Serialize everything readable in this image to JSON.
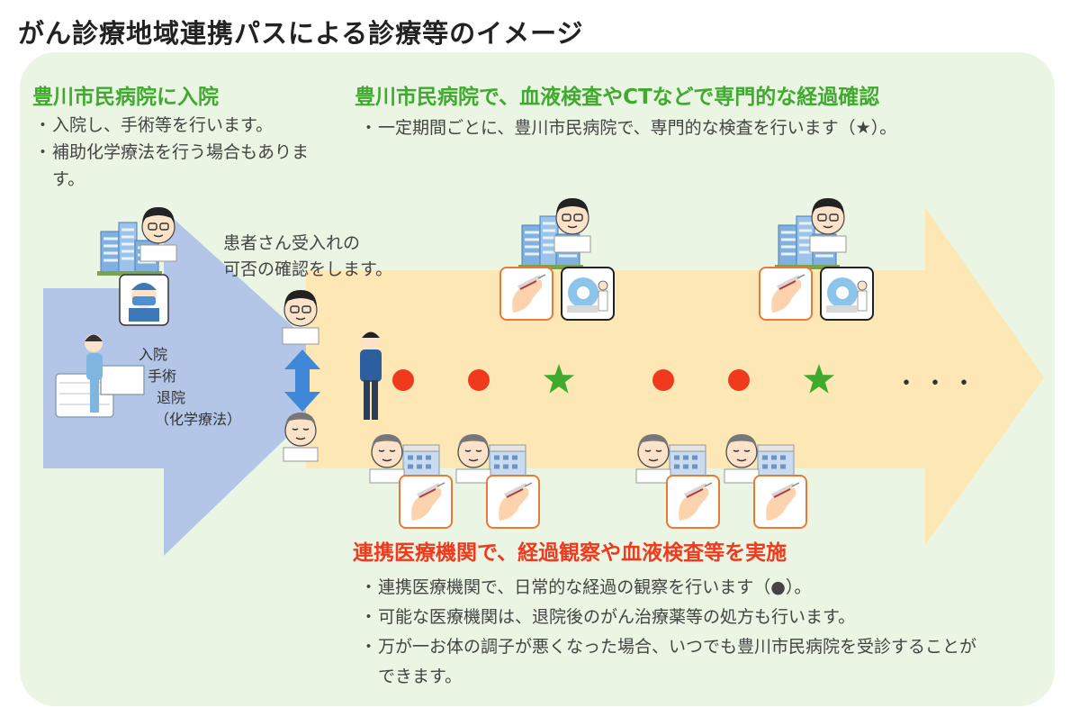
{
  "title": "がん診療地域連携パスによる診療等のイメージ",
  "admission": {
    "heading": "豊川市民病院に入院",
    "bullets": [
      "入院し、手術等を行います。",
      "補助化学療法を行う場合もあります。"
    ]
  },
  "specialist": {
    "heading": "豊川市民病院で、血液検査やCTなどで専門的な経過確認",
    "bullets": [
      "一定期間ごとに、豊川市民病院で、専門的な検査を行います（★）。"
    ]
  },
  "confirm_note": [
    "患者さん受入れの",
    "可否の確認をします。"
  ],
  "steps": [
    "入院",
    "手術",
    "退院",
    "（化学療法）"
  ],
  "ellipsis": "・・・",
  "partner": {
    "heading": "連携医療機関で、経過観察や血液検査等を実施",
    "bullets": [
      "連携医療機関で、日常的な経過の観察を行います（●）。",
      "可能な医療機関は、退院後のがん治療薬等の処方も行います。",
      "万が一お体の調子が悪くなった場合、いつでも豊川市民病院を受診することができます。"
    ]
  },
  "colors": {
    "green": "#3faa2e",
    "red": "#f03a1e",
    "blue_arrow": "#b4c6e7",
    "yellow_arrow": "#fde8b5",
    "panel": "#eaf5e4"
  },
  "timeline": [
    "red-dot",
    "red-dot",
    "green-star",
    "red-dot",
    "red-dot",
    "green-star"
  ]
}
